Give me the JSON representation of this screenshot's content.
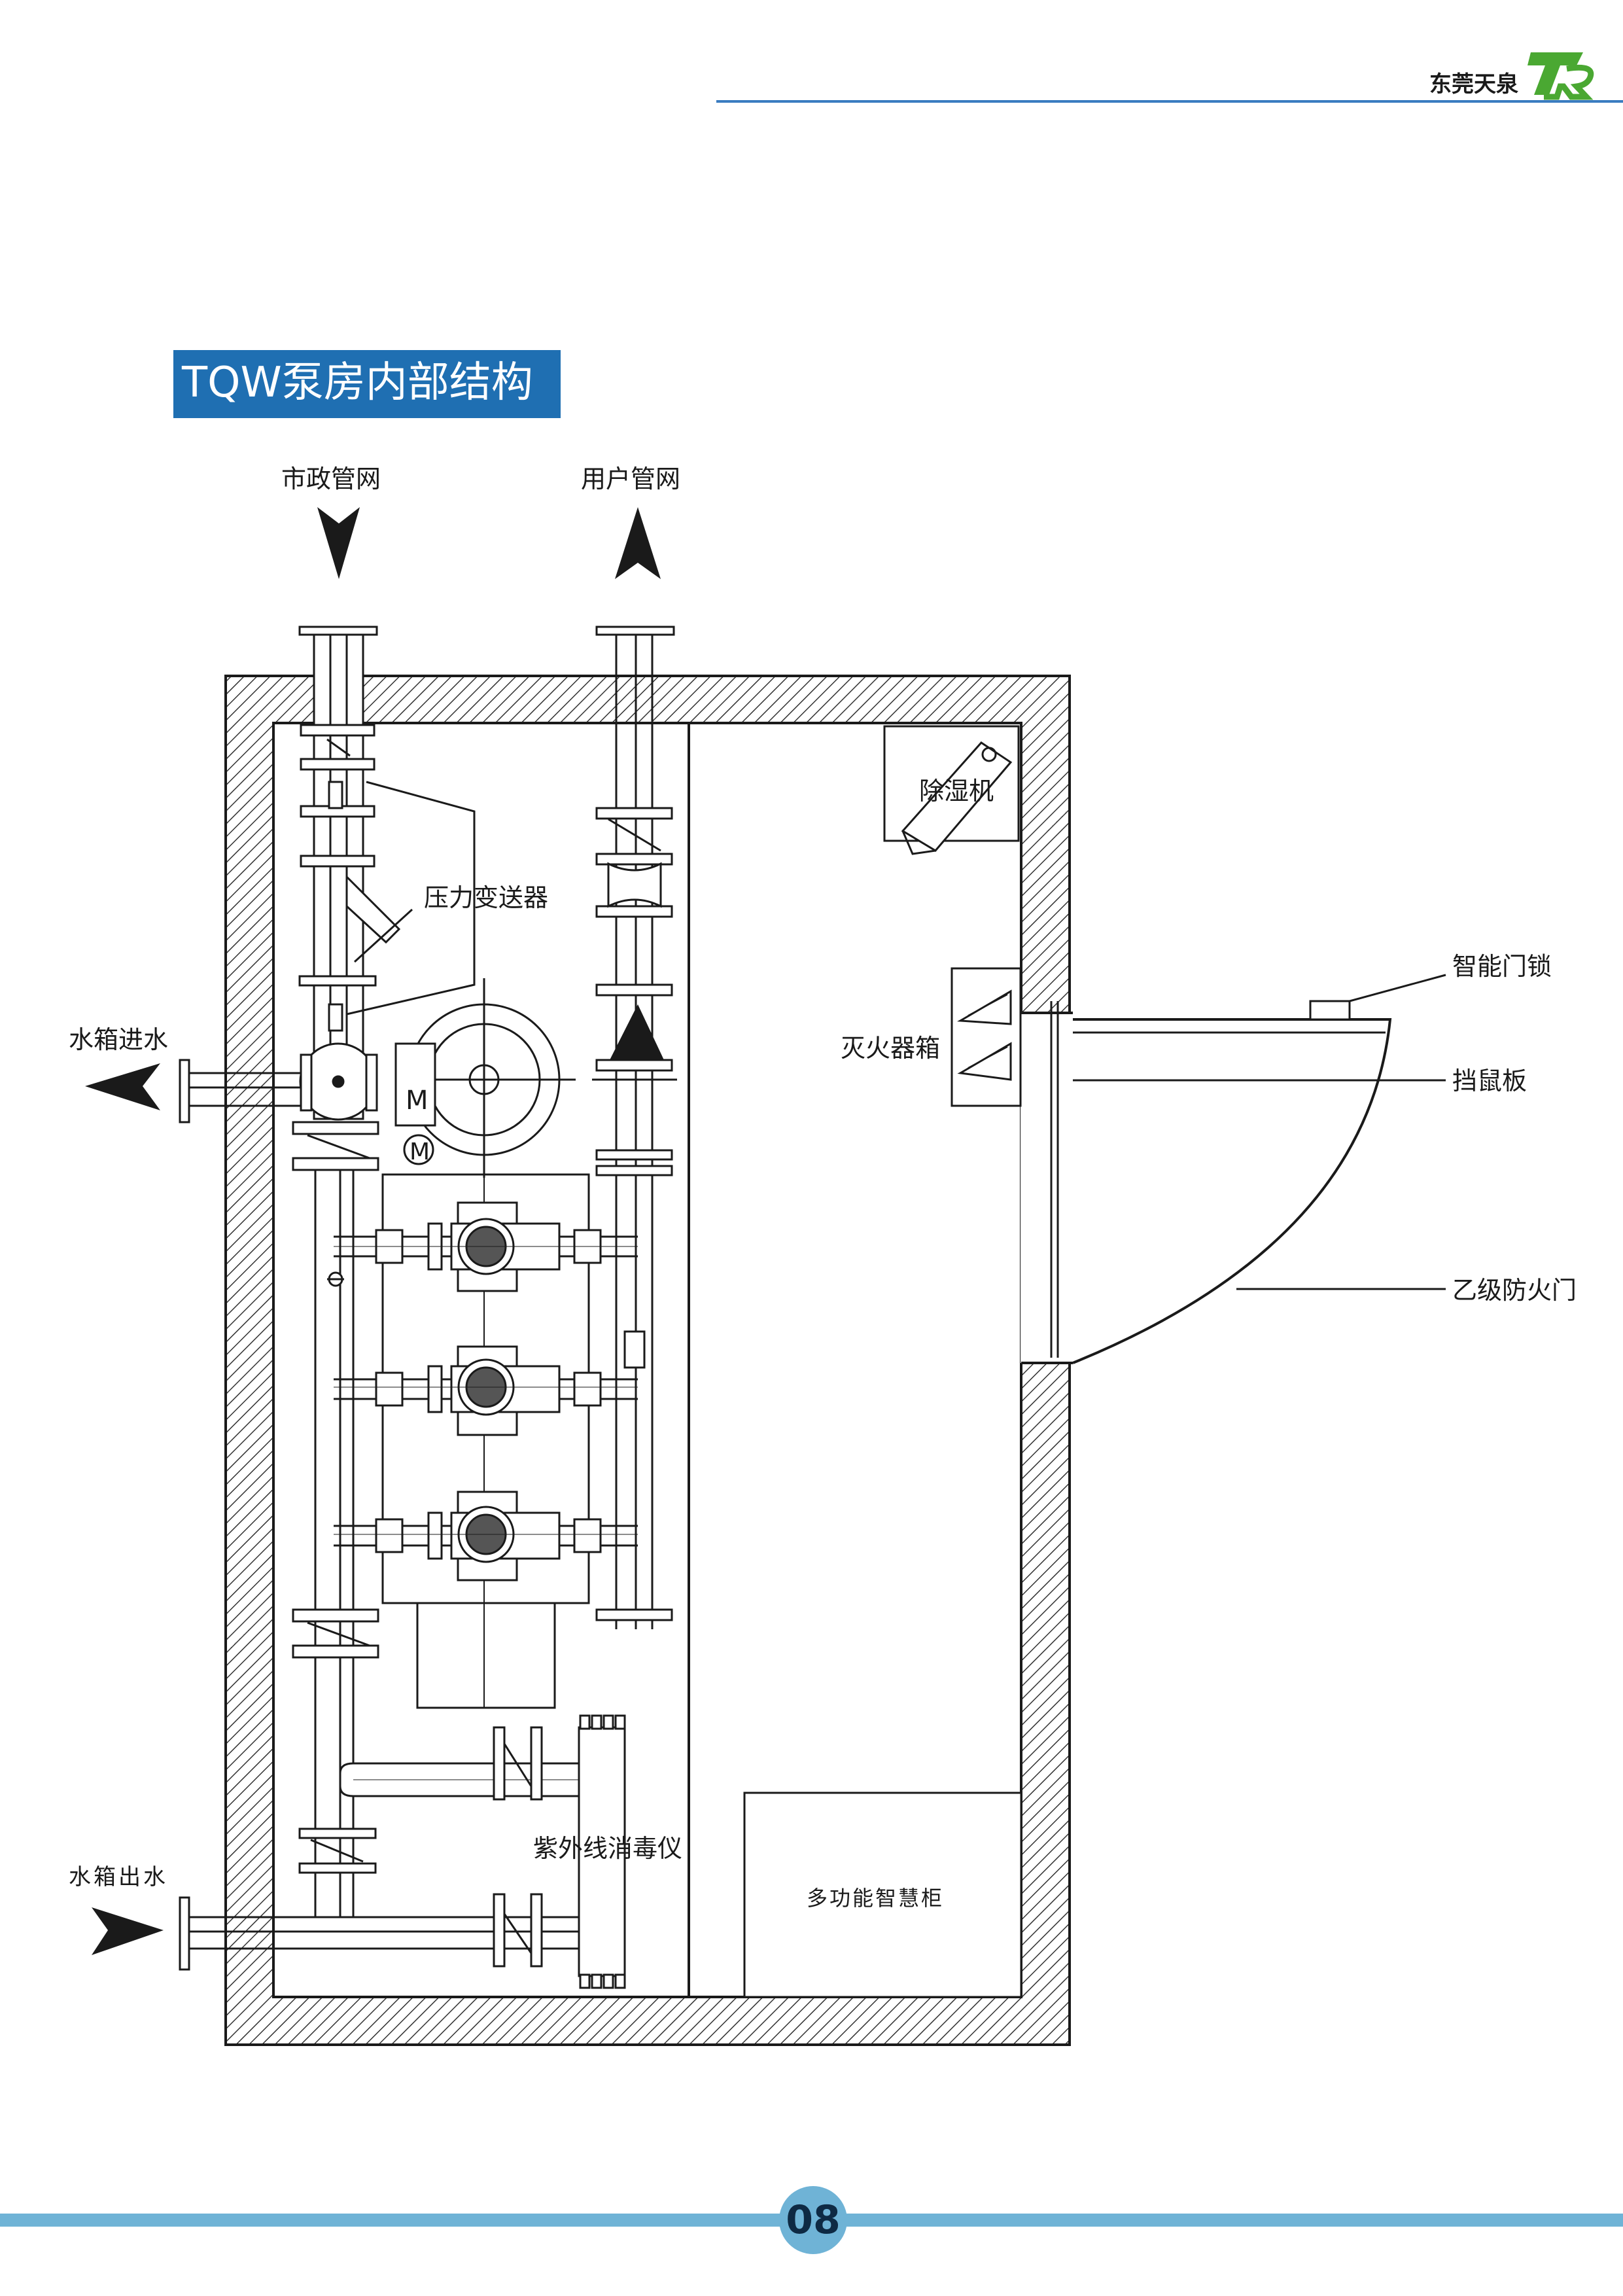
{
  "header": {
    "brand": "东莞天泉",
    "logo_text": "TQ"
  },
  "title": "TQW泵房内部结构",
  "labels": {
    "municipal_pipe": "市政管网",
    "user_pipe": "用户管网",
    "pressure_transmitter": "压力变送器",
    "tank_inlet": "水箱进水",
    "tank_outlet": "水箱出水",
    "dehumidifier": "除湿机",
    "extinguisher_box": "灭火器箱",
    "smart_lock": "智能门锁",
    "rat_guard": "挡鼠板",
    "fire_door": "乙级防火门",
    "uv_sterilizer": "紫外线消毒仪",
    "smart_cabinet": "多功能智慧柜",
    "motor_m1": "M",
    "motor_m2": "M"
  },
  "footer": {
    "page_number": "08"
  },
  "colors": {
    "accent_blue": "#1f6fb2",
    "footer_blue": "#6fb3d6",
    "logo_green": "#4aa832",
    "line": "#1a1a1a"
  }
}
